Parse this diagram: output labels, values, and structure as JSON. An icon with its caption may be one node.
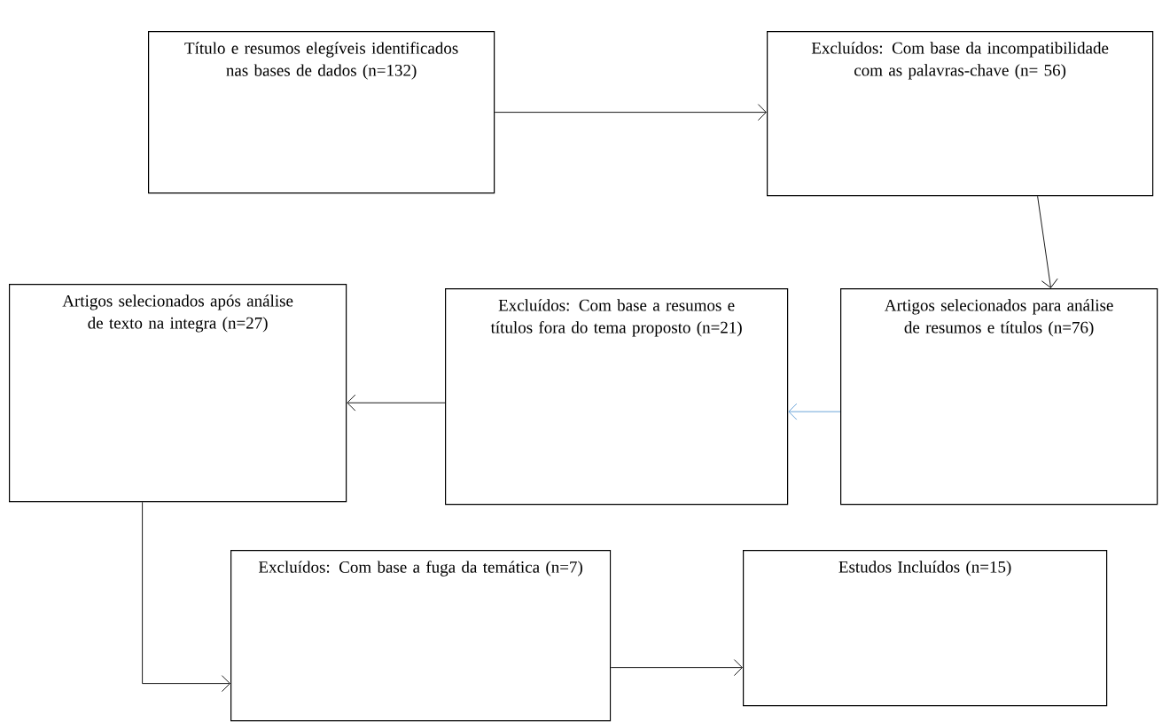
{
  "diagram": {
    "nodes": [
      {
        "text": [
          "Título e resumos elegíveis identificados nas bases de dados (n=132)"
        ]
      },
      {
        "text": [
          "Excluídos: Com base da incompatibilidade com as palavras-chave (n= 56)"
        ]
      },
      {
        "text": [
          "Artigos selecionados para análise de resumos e títulos (n=76)"
        ]
      },
      {
        "text": [
          "Excluídos: Com base a resumos e títulos fora do tema proposto (n=21)"
        ]
      },
      {
        "text": [
          "Artigos selecionados após análise de texto na integra (n=27)"
        ]
      },
      {
        "text": [
          "Excluídos: Com base a fuga da temática (n=7)"
        ]
      },
      {
        "text": [
          "Estudos Incluídos (n=15)"
        ]
      }
    ],
    "edges": [
      {
        "from": 0,
        "to": 1,
        "arrow": "to"
      },
      {
        "from": 1,
        "to": 2,
        "arrow": "to"
      },
      {
        "from": 2,
        "to": 3,
        "arrow": "to",
        "color": "#5b9bd5"
      },
      {
        "from": 3,
        "to": 4,
        "arrow": "to"
      },
      {
        "from": 4,
        "to": 5,
        "arrow": "to"
      },
      {
        "from": 5,
        "to": 6,
        "arrow": "to"
      }
    ]
  }
}
